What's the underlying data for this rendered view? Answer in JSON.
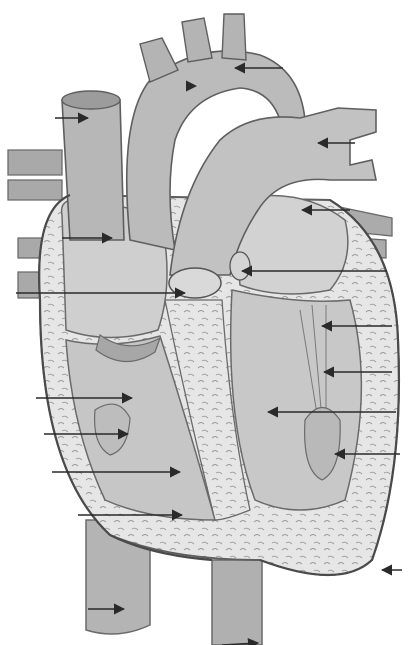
{
  "diagram": {
    "subject": "heart-cross-section",
    "label_style": "unlabeled-arrows",
    "arrow_count": 19,
    "colors": {
      "background": "#ffffff",
      "wall": "#8f8f8f",
      "chamber": "#c9c9c9",
      "vessel": "#b4b4b4",
      "myocardium": "#e6e6e6",
      "line": "#2a2a2a"
    }
  }
}
